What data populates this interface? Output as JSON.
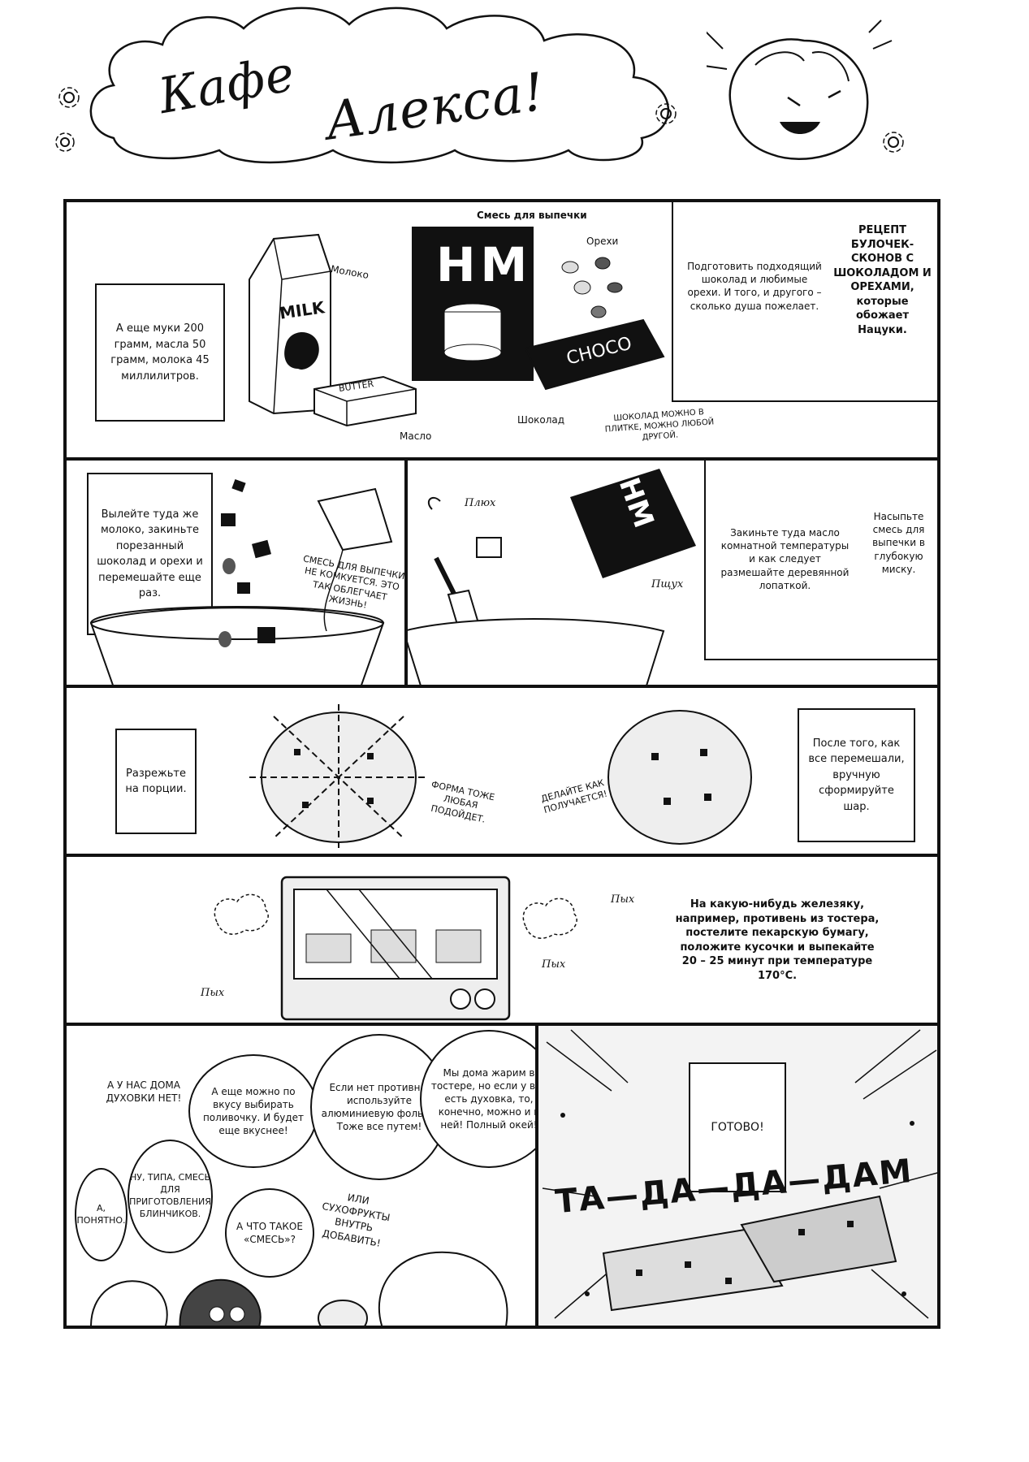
{
  "title": {
    "word1": "Кафе",
    "word2": "Алекса!"
  },
  "panel1": {
    "ingredients_box": "А еще муки 200 грамм, масла 50 грамм, молока 45 миллилитров.",
    "label_milk": "Молоко",
    "label_mix": "Смесь для выпечки",
    "label_nuts": "Орехи",
    "label_butter": "Масло",
    "label_chocolate": "Шоколад",
    "milk_carton": "MILK",
    "butter_pack": "BUTTER",
    "hm_box": "HM",
    "choco_bar": "CHOCO",
    "prep_text": "Подготовить подходящий шоколад и любимые орехи. И того, и другого – сколько душа пожелает.",
    "recipe_title": "РЕЦЕПТ БУЛОЧЕК-СКОНОВ С ШОКОЛАДОМ И ОРЕХАМИ, которые обожает Нацуки.",
    "choco_note": "ШОКОЛАД МОЖНО В ПЛИТКЕ, МОЖНО ЛЮБОЙ ДРУГОЙ."
  },
  "panel2": {
    "pour_box": "Вылейте туда же молоко, закиньте порезанный шоколад и орехи и перемешайте еще раз.",
    "mix_note": "СМЕСЬ ДЛЯ ВЫПЕЧКИ НЕ КОМКУЕТСЯ. ЭТО ТАК ОБЛЕГЧАЕТ ЖИЗНЬ!"
  },
  "panel3": {
    "sfx_plop": "Плюх",
    "sfx_whoosh": "Пщух",
    "butter_box": "Закиньте туда масло комнатной температуры и как следует размешайте деревянной лопаткой.",
    "pour_mix": "Насыпьте смесь для выпечки в глубокую миску.",
    "hm_box": "HM"
  },
  "panel4": {
    "cut_box": "Разрежьте на порции.",
    "shape_note": "ФОРМА ТОЖЕ ЛЮБАЯ ПОДОЙДЕТ.",
    "make_note": "ДЕЛАЙТЕ КАК ПОЛУЧАЕТСЯ!",
    "ball_box": "После того, как все перемешали, вручную сформируйте шар."
  },
  "panel5": {
    "sfx_puff1": "Пых",
    "sfx_puff2": "Пых",
    "sfx_puff3": "Пых",
    "bake_text": "На какую-нибудь железяку, например, противень из тостера, постелите пекарскую бумагу, положите кусочки и выпекайте 20 – 25 минут при температуре 170°С."
  },
  "panel6": {
    "no_oven": "А У НАС ДОМА ДУХОВКИ НЕТ!",
    "topping": "А еще можно по вкусу выбирать поливочку. И будет еще вкуснее!",
    "foil": "Если нет противня, используйте алюминиевую фольгу. Тоже все путем!",
    "toaster": "Мы дома жарим в тостере, но если у вас есть духовка, то, конечно, можно и в ней! Полный окей!",
    "i_see": "А, ПОНЯТНО.",
    "pancake_mix": "НУ, ТИПА, СМЕСЬ ДЛЯ ПРИГОТОВЛЕНИЯ БЛИНЧИКОВ.",
    "what_mix": "А ЧТО ТАКОЕ «СМЕСЬ»?",
    "dried_fruit": "ИЛИ СУХОФРУКТЫ ВНУТРЬ ДОБАВИТЬ!"
  },
  "panel7": {
    "done_box": "ГОТОВО!",
    "tada": "ТА—ДА—ДА—ДАМ"
  }
}
